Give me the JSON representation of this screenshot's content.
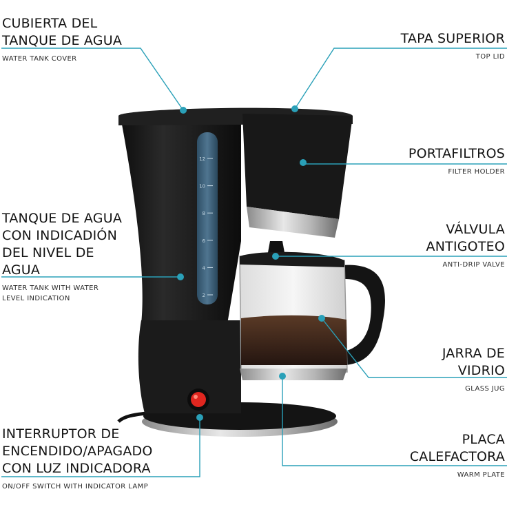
{
  "labels": {
    "water_tank_cover": {
      "title": [
        "CUBIERTA DEL",
        "TANQUE DE AGUA"
      ],
      "sub": [
        "WATER TANK COVER"
      ]
    },
    "top_lid": {
      "title": [
        "TAPA SUPERIOR"
      ],
      "sub": [
        "TOP LID"
      ]
    },
    "filter_holder": {
      "title": [
        "PORTAFILTROS"
      ],
      "sub": [
        "FILTER HOLDER"
      ]
    },
    "water_tank": {
      "title": [
        "TANQUE DE AGUA",
        "CON INDICADIÓN",
        "DEL NIVEL DE",
        "AGUA"
      ],
      "sub": [
        "WATER TANK WITH WATER",
        "LEVEL INDICATION"
      ]
    },
    "anti_drip_valve": {
      "title": [
        "VÁLVULA",
        "ANTIGOTEO"
      ],
      "sub": [
        "ANTI-DRIP VALVE"
      ]
    },
    "glass_jug": {
      "title": [
        "JARRA DE",
        "VIDRIO"
      ],
      "sub": [
        "GLASS JUG"
      ]
    },
    "power_switch": {
      "title": [
        "INTERRUPTOR DE",
        "ENCENDIDO/APAGADO",
        "CON LUZ INDICADORA"
      ],
      "sub": [
        "ON/OFF SWITCH WITH INDICATOR LAMP"
      ]
    },
    "warm_plate": {
      "title": [
        "PLACA",
        "CALEFACTORA"
      ],
      "sub": [
        "WARM PLATE"
      ]
    }
  },
  "level_marks": [
    "12",
    "10",
    "8",
    "6",
    "4",
    "2"
  ],
  "colors": {
    "leader": "#2aa0b8",
    "body": "#1c1c1c",
    "switch": "#e0261f",
    "coffee": "#3a2418"
  }
}
